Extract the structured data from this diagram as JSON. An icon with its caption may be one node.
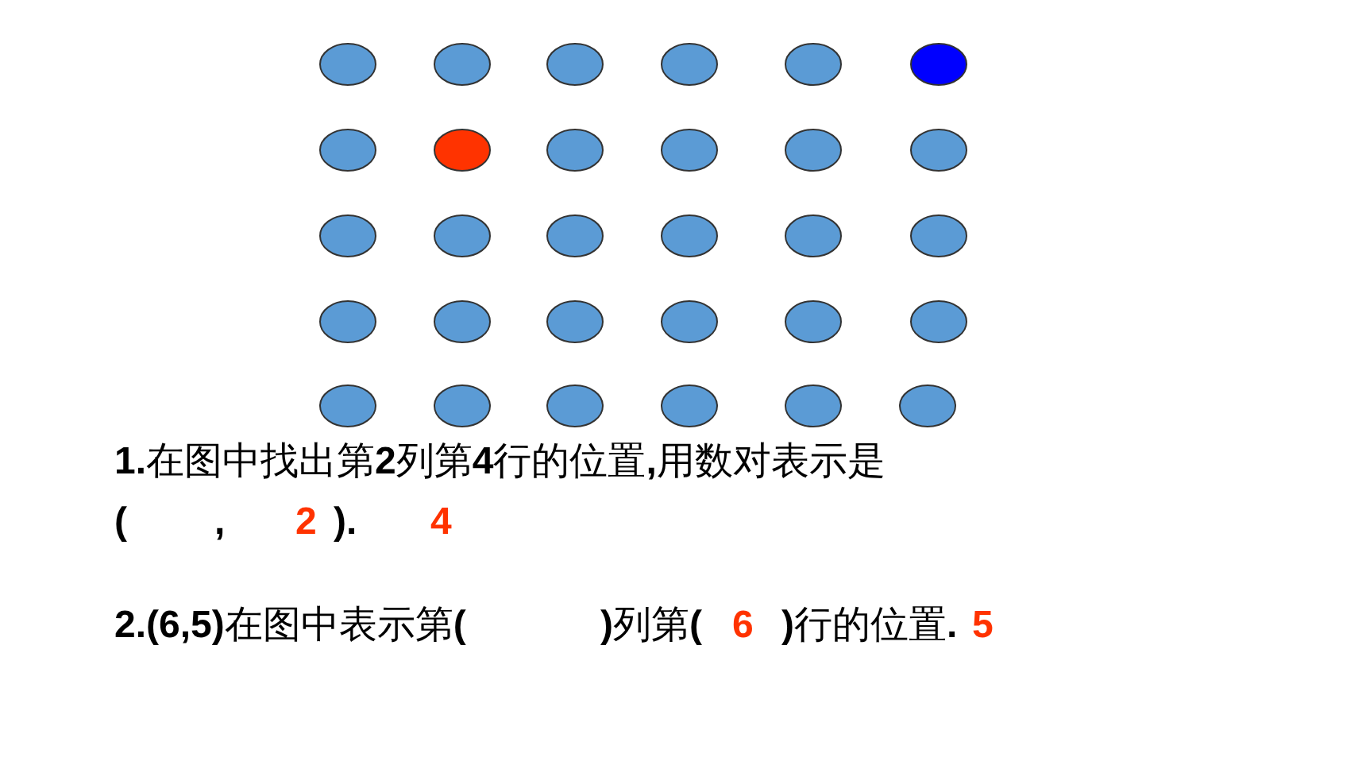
{
  "diagram": {
    "nodes": [
      {
        "text": [],
        "shape": "ellipse"
      },
      {
        "text": [],
        "shape": "ellipse"
      },
      {
        "text": [],
        "shape": "ellipse"
      },
      {
        "text": [],
        "shape": "ellipse"
      },
      {
        "text": [],
        "shape": "ellipse"
      },
      {
        "text": [],
        "shape": "ellipse"
      },
      {
        "text": [],
        "shape": "ellipse"
      },
      {
        "text": [],
        "shape": "ellipse"
      },
      {
        "text": [],
        "shape": "ellipse"
      },
      {
        "text": [],
        "shape": "ellipse"
      },
      {
        "text": [],
        "shape": "ellipse"
      },
      {
        "text": [],
        "shape": "ellipse"
      },
      {
        "text": [],
        "shape": "ellipse"
      },
      {
        "text": [],
        "shape": "ellipse"
      },
      {
        "text": [],
        "shape": "ellipse"
      },
      {
        "text": [],
        "shape": "ellipse"
      },
      {
        "text": [],
        "shape": "ellipse"
      },
      {
        "text": [],
        "shape": "ellipse"
      },
      {
        "text": [],
        "shape": "ellipse"
      },
      {
        "text": [],
        "shape": "ellipse"
      },
      {
        "text": [],
        "shape": "ellipse"
      },
      {
        "text": [],
        "shape": "ellipse"
      },
      {
        "text": [],
        "shape": "ellipse"
      },
      {
        "text": [],
        "shape": "ellipse"
      },
      {
        "text": [],
        "shape": "ellipse"
      },
      {
        "text": [],
        "shape": "ellipse"
      },
      {
        "text": [],
        "shape": "ellipse"
      },
      {
        "text": [],
        "shape": "ellipse"
      },
      {
        "text": [],
        "shape": "ellipse"
      },
      {
        "text": [],
        "shape": "ellipse"
      }
    ],
    "labels": [
      "**1.**在图中找出第**2**列第**4**行的位置**,**用数对表示是",
      "(",
      ",",
      "2",
      ").",
      "4",
      "**2.(6,5)**在图中表示第**(**",
      "**)**列第**(**",
      "6",
      "**)**行的位置**.**",
      "5"
    ]
  }
}
